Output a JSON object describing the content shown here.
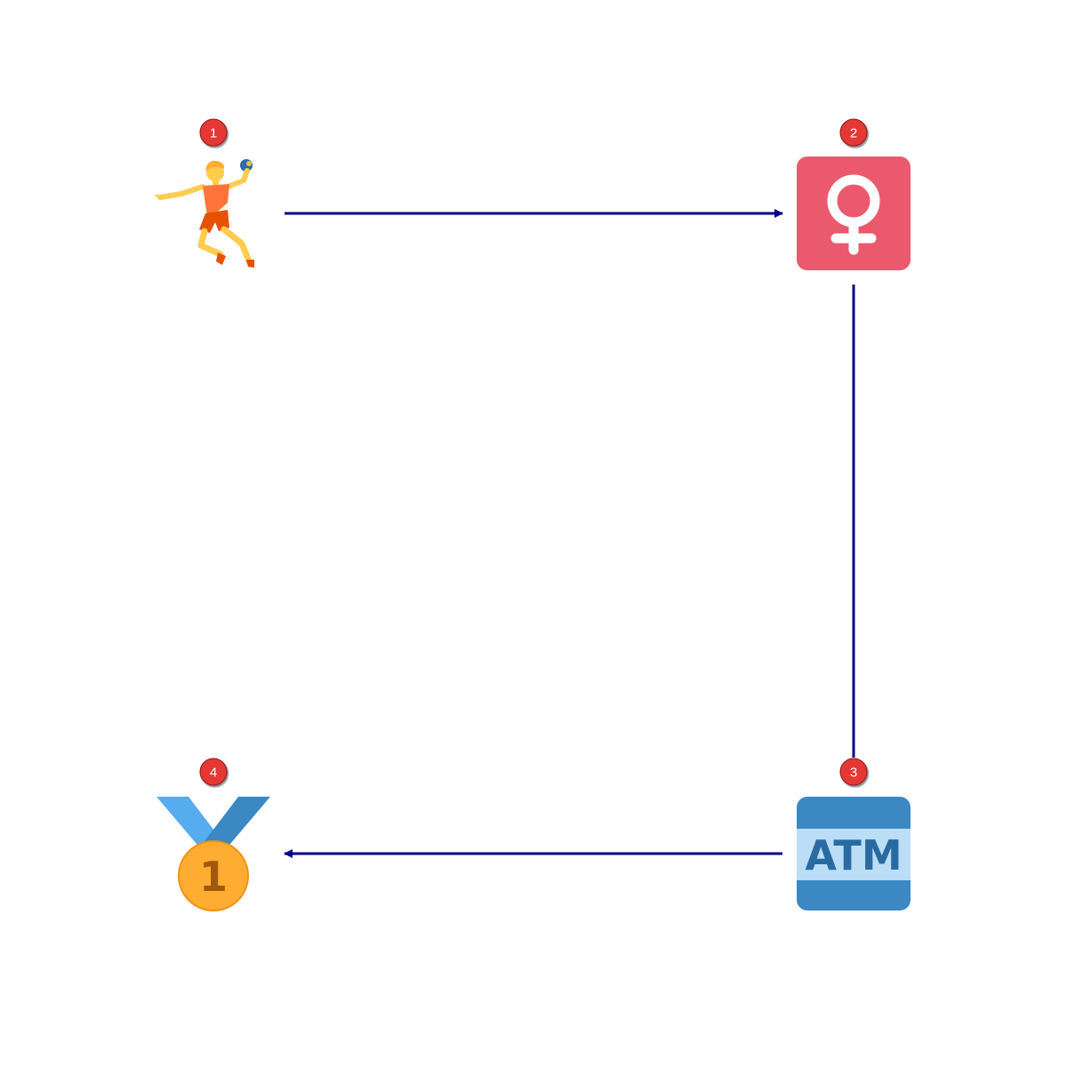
{
  "colors": {
    "edge": "#00008b",
    "badge_fill": "#e53935",
    "badge_stroke": "#8b1a1a",
    "female_bg": "#ea596e",
    "atm_bg": "#3b88c3",
    "atm_band": "#bbddf5",
    "atm_text": "#2a6aa3",
    "medal_gold": "#ffac33",
    "medal_dark": "#a0580c",
    "ribbon_light": "#55acee",
    "ribbon_dark": "#3b88c3"
  },
  "nodes": [
    {
      "id": "n1",
      "badge": "1",
      "icon": "person-playing-handball-icon"
    },
    {
      "id": "n2",
      "badge": "2",
      "icon": "female-sign-icon"
    },
    {
      "id": "n3",
      "badge": "3",
      "icon": "atm-sign-icon"
    },
    {
      "id": "n4",
      "badge": "4",
      "icon": "first-place-medal-icon"
    }
  ],
  "edges": [
    {
      "from": "n1",
      "to": "n2"
    },
    {
      "from": "n2",
      "to": "n3"
    },
    {
      "from": "n3",
      "to": "n4"
    }
  ],
  "icon_text": {
    "atm": "ATM",
    "medal": "1"
  }
}
